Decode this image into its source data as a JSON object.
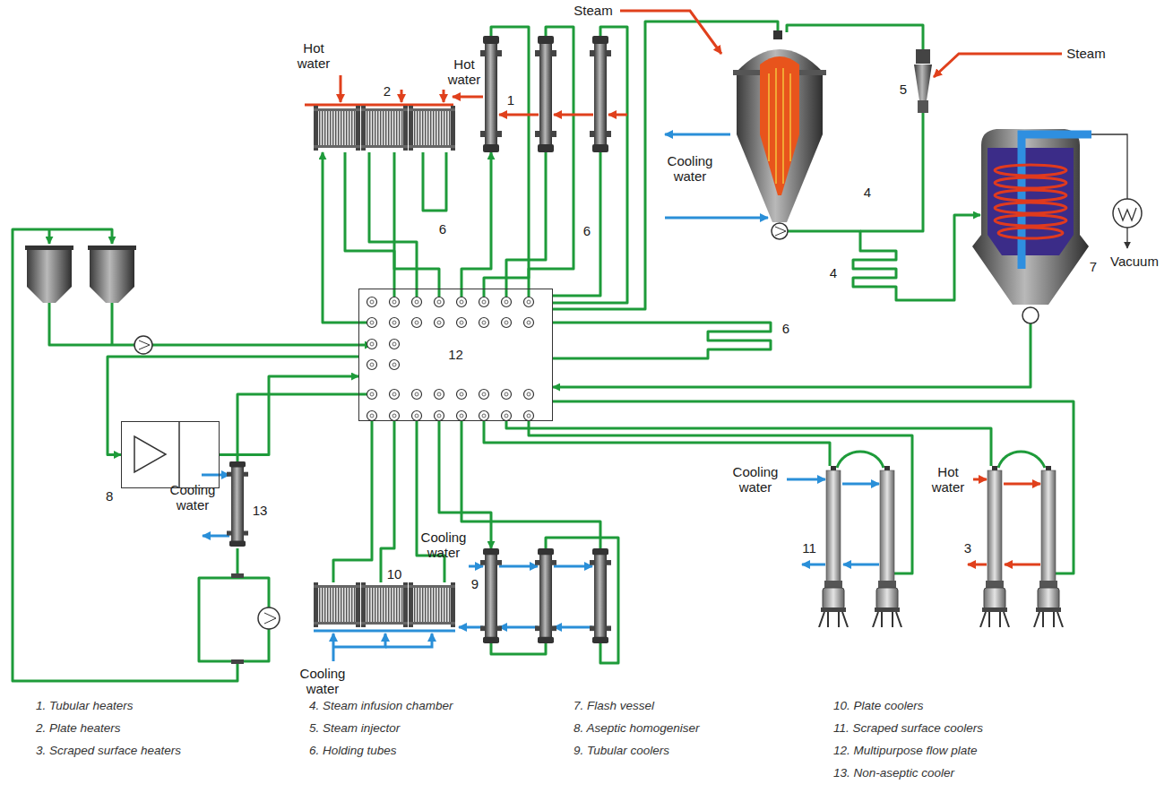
{
  "diagram": {
    "nodes": [
      {
        "text": [
          "12"
        ]
      },
      {
        "text": [
          "8"
        ]
      }
    ],
    "edges": [
      {
        "from": 0,
        "to": 1,
        "arrow": "to"
      },
      {
        "from": 1,
        "to": 0,
        "arrow": "to"
      }
    ],
    "labels": [
      "Steam",
      "Hot water",
      "1",
      "Steam",
      "Hot water",
      "2",
      "5",
      "4",
      "Cooling water",
      "6",
      "6",
      "Vacuum",
      "7",
      "4",
      "6",
      "Cooling water",
      "Hot water",
      "13",
      "Cooling water",
      "11",
      "3",
      "Cooling water",
      "10",
      "9",
      "Cooling water",
      "1. Tubular heaters",
      "2. Plate heaters",
      "3. Scraped surface heaters",
      "4. Steam infusion chamber",
      "5. Steam injector",
      "6. Holding tubes",
      "7. Flash vessel",
      "8. Aseptic homogeniser",
      "9. Tubular coolers",
      "10. Plate coolers",
      "11. Scraped surface coolers",
      "12. Multipurpose flow plate",
      "13. Non-aseptic cooler"
    ]
  }
}
